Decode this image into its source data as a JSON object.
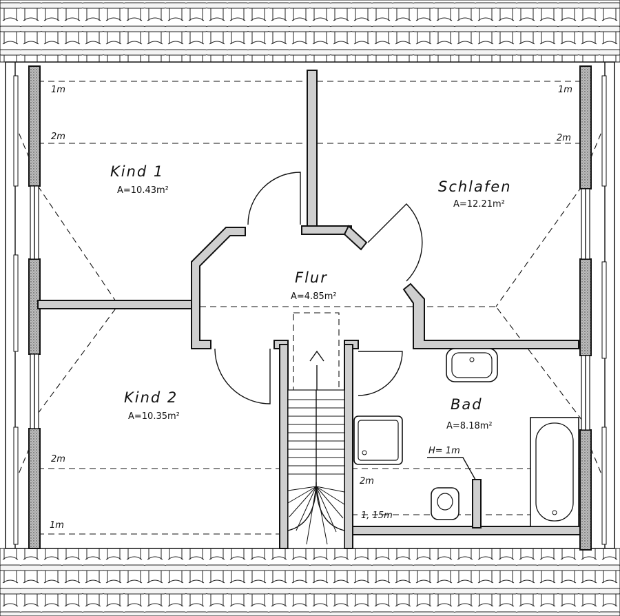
{
  "rooms": {
    "kind1": {
      "name": "Kind 1",
      "area": "A=10.43m²"
    },
    "kind2": {
      "name": "Kind 2",
      "area": "A=10.35m²"
    },
    "schlafen": {
      "name": "Schlafen",
      "area": "A=12.21m²"
    },
    "flur": {
      "name": "Flur",
      "area": "A=4.85m²"
    },
    "bad": {
      "name": "Bad",
      "area": "A=8.18m²"
    }
  },
  "height_lines": {
    "kind1_1m": "1m",
    "kind1_2m": "2m",
    "schlafen_1m": "1m",
    "schlafen_2m": "2m",
    "kind2_2m": "2m",
    "kind2_1m": "1m",
    "bad_2m": "2m",
    "bad_115m": "1, 15m"
  },
  "bad_note": "H= 1m",
  "colors": {
    "ink": "#111111",
    "wall_fill": "#cfcfcf",
    "paper": "#ffffff"
  }
}
